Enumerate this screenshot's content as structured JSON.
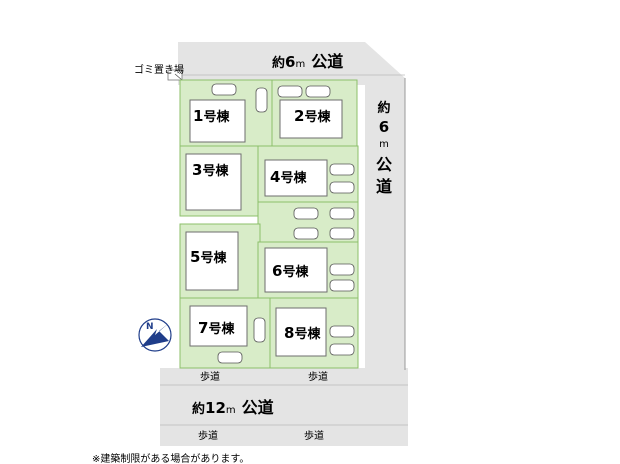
{
  "roads": {
    "north_label_prefix": "約",
    "north_label_num": "6",
    "north_label_unit": "m",
    "north_label_suffix": "公道",
    "east_label_chars": [
      "約",
      "6",
      "m",
      "公",
      "道"
    ],
    "south_label_prefix": "約",
    "south_label_num": "12",
    "south_label_unit": "m",
    "south_label_suffix": "公道",
    "sidewalk": "歩道"
  },
  "trash_area": "ゴミ置き場",
  "lots": [
    {
      "num": "1",
      "suffix": "号棟"
    },
    {
      "num": "2",
      "suffix": "号棟"
    },
    {
      "num": "3",
      "suffix": "号棟"
    },
    {
      "num": "4",
      "suffix": "号棟"
    },
    {
      "num": "5",
      "suffix": "号棟"
    },
    {
      "num": "6",
      "suffix": "号棟"
    },
    {
      "num": "7",
      "suffix": "号棟"
    },
    {
      "num": "8",
      "suffix": "号棟"
    }
  ],
  "footnote": "※建築制限がある場合があります。",
  "colors": {
    "lot": "#d8ecc8",
    "road": "#e4e4e4",
    "compass": "#1f3d8a"
  },
  "icons": {
    "compass": "north-arrow-icon"
  }
}
